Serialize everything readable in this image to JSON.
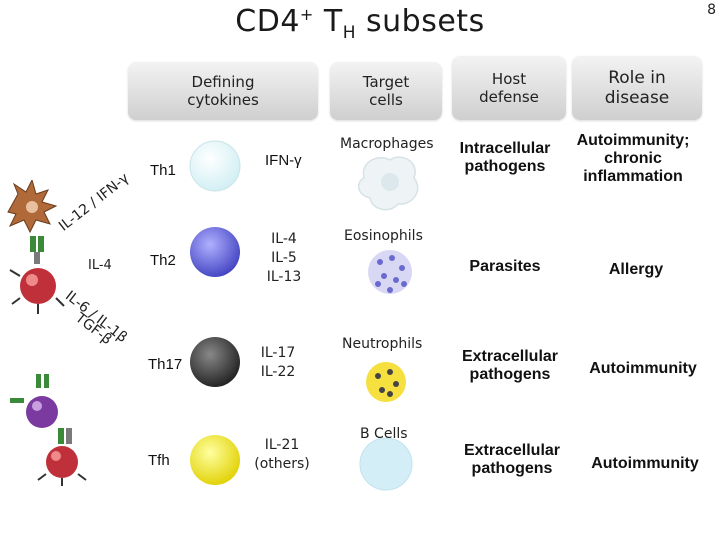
{
  "title": {
    "main": "CD4",
    "sup": "+",
    "t": "T",
    "sub": "H",
    "rest": " subsets"
  },
  "page_number": "8",
  "headers": {
    "defining": "Defining\ncytokines",
    "target": "Target\ncells",
    "host": "Host\ndefense",
    "role": "Role in\ndisease"
  },
  "left_labels": {
    "il12_ifng": "IL-12 / IFN-γ",
    "il4": "IL-4",
    "il6_il1b": "IL-6 / IL-1β",
    "tgfb": "TGF-β"
  },
  "rows": [
    {
      "subset": "Th1",
      "cytokines": "IFN-γ",
      "target": "Macrophages",
      "host": "Intracellular\npathogens",
      "role": "Autoimmunity;\nchronic\ninflammation"
    },
    {
      "subset": "Th2",
      "cytokines": "IL-4\nIL-5\nIL-13",
      "target": "Eosinophils",
      "host": "Parasites",
      "role": "Allergy"
    },
    {
      "subset": "Th17",
      "cytokines": "IL-17\nIL-22",
      "target": "Neutrophils",
      "host": "Extracellular\npathogens",
      "role": "Autoimmunity"
    },
    {
      "subset": "Tfh",
      "cytokines": "IL-21\n(others)",
      "target": "B Cells",
      "host": "Extracellular\npathogens",
      "role": "Autoimmunity"
    }
  ],
  "colors": {
    "th1": "#dff3f6",
    "th2": "#5a5ad0",
    "th17": "#3a3a3a",
    "tfh": "#f2e600",
    "dendritic": "#b06a3a",
    "tcell_red": "#c0303a",
    "tcell_purple": "#7a3aa0",
    "receptor_green": "#3a8a3a"
  }
}
